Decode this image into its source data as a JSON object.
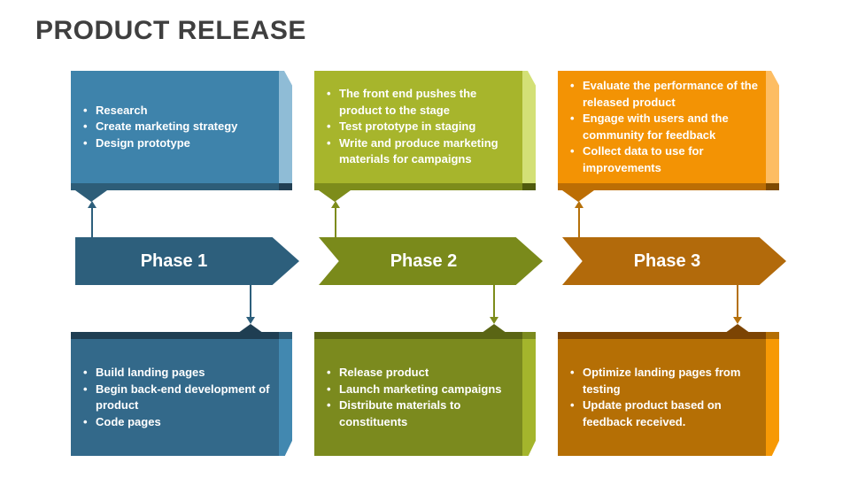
{
  "title": "PRODUCT RELEASE",
  "title_color": "#3F3F3F",
  "background": "#FFFFFF",
  "text_color": "#FFFFFF",
  "columns": [
    {
      "phase_label": "Phase 1",
      "top_items": [
        "Research",
        "Create marketing strategy",
        "Design prototype"
      ],
      "bottom_items": [
        "Build landing pages",
        "Begin back-end development of product",
        "Code pages"
      ],
      "colors": {
        "top_main": "#3E83AB",
        "top_fold": "#8FBCD6",
        "top_strip": "#2D5D78",
        "top_fold_corner": "#223F53",
        "banner": "#2D5F7C",
        "arrow": "#2D5F7C",
        "bottom_main": "#33698A",
        "bottom_fold": "#4288B0",
        "bottom_strip": "#1F3E52",
        "bottom_fold_corner": "#2D5D78"
      }
    },
    {
      "phase_label": "Phase 2",
      "top_items": [
        "The front end pushes the product to the stage",
        "Test prototype in staging",
        "Write and produce marketing materials for campaigns"
      ],
      "bottom_items": [
        "Release product",
        "Launch marketing campaigns",
        "Distribute materials to constituents"
      ],
      "colors": {
        "top_main": "#A7B52C",
        "top_fold": "#D3E076",
        "top_strip": "#7D8C1B",
        "top_fold_corner": "#4F5A0D",
        "banner": "#7A8A1B",
        "arrow": "#7D8C1B",
        "bottom_main": "#7B8A1E",
        "bottom_fold": "#A4B52C",
        "bottom_strip": "#5A6514",
        "bottom_fold_corner": "#7B8A1E"
      }
    },
    {
      "phase_label": "Phase 3",
      "top_items": [
        "Evaluate the performance of the released product",
        "Engage with users and the community for feedback",
        "Collect data to use for improvements"
      ],
      "bottom_items": [
        "Optimize landing pages from testing",
        "Update product based on feedback received."
      ],
      "colors": {
        "top_main": "#F39304",
        "top_fold": "#FDBD63",
        "top_strip": "#BC6E04",
        "top_fold_corner": "#7E4A02",
        "banner": "#B26A0B",
        "arrow": "#B5700A",
        "bottom_main": "#B56F05",
        "bottom_fold": "#F79905",
        "bottom_strip": "#7C4403",
        "bottom_fold_corner": "#B46E04"
      }
    }
  ]
}
